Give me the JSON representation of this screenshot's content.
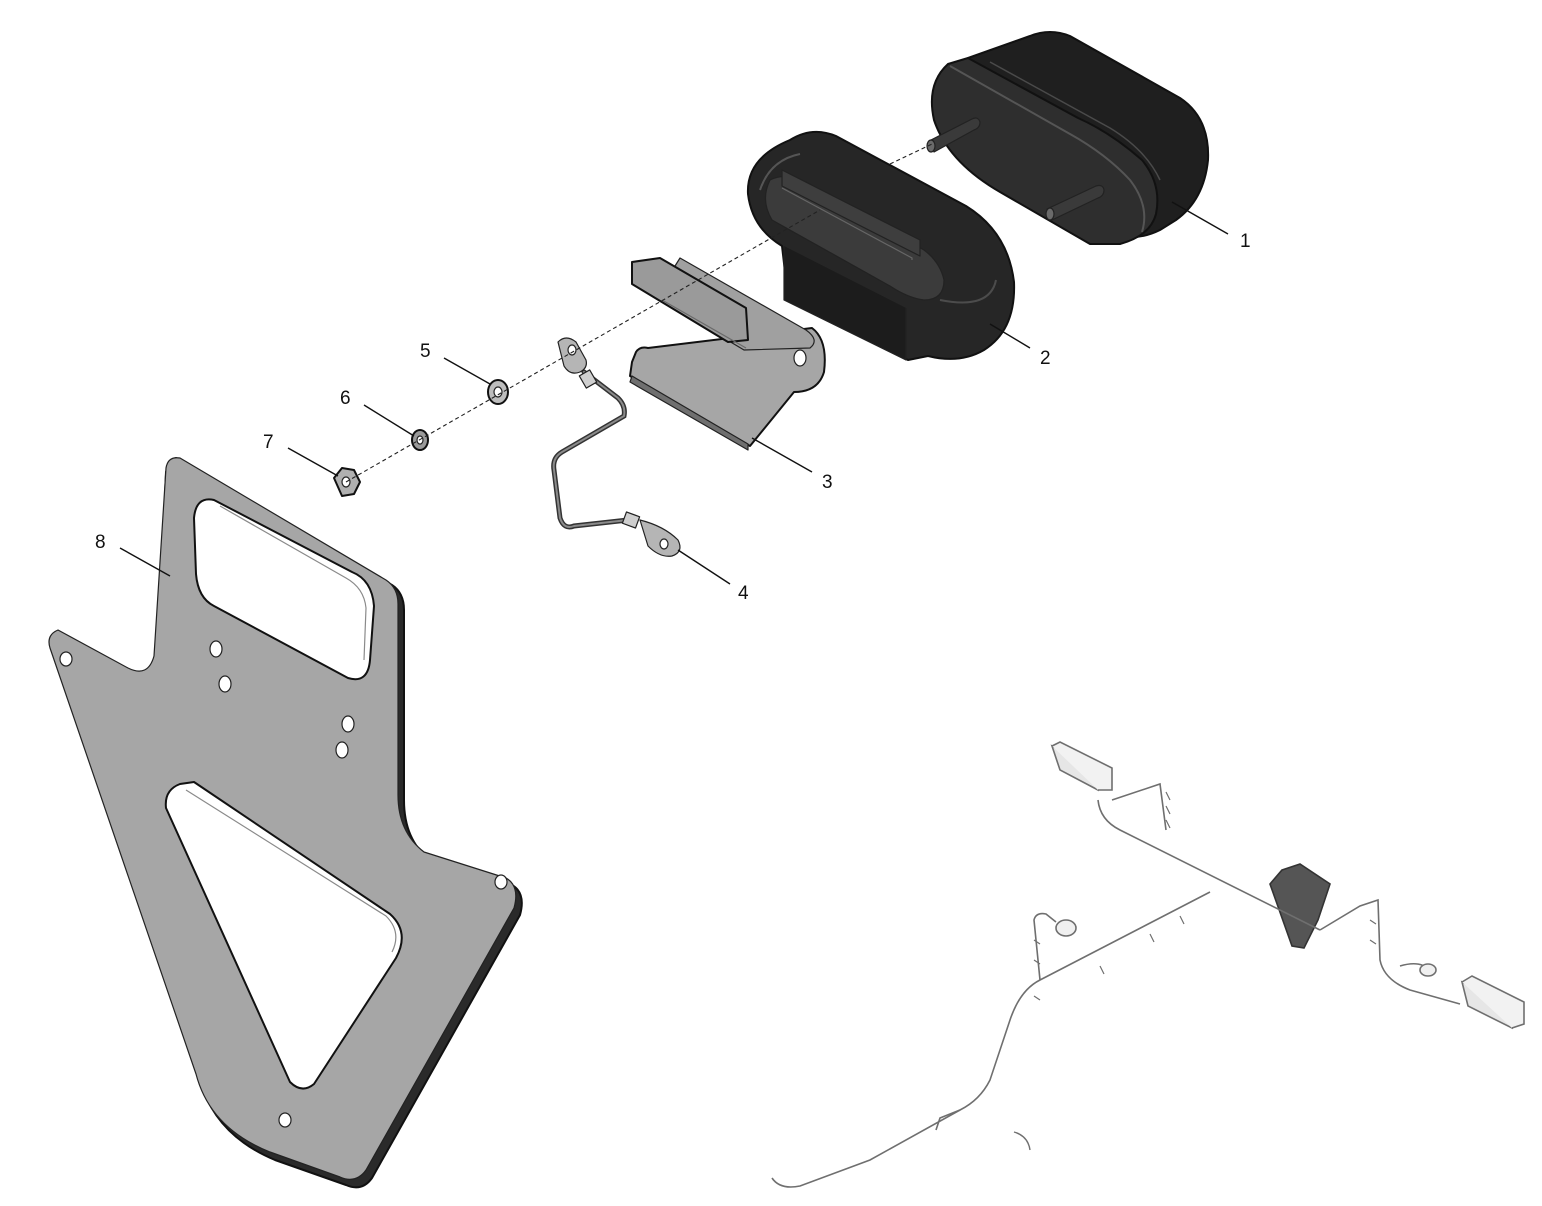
{
  "diagram": {
    "type": "exploded-parts-view",
    "colors": {
      "lamp_body": "#2b2b2b",
      "lamp_highlight": "#4a4a4a",
      "bracket_fill": "#a6a6a6",
      "grommet_fill": "#2e2e2e",
      "harness_line": "#6f6f6f",
      "ink": "#111111"
    },
    "callouts": [
      {
        "id": "1",
        "label": "1"
      },
      {
        "id": "2",
        "label": "2"
      },
      {
        "id": "3",
        "label": "3"
      },
      {
        "id": "4",
        "label": "4"
      },
      {
        "id": "5",
        "label": "5"
      },
      {
        "id": "6",
        "label": "6"
      },
      {
        "id": "7",
        "label": "7"
      },
      {
        "id": "8",
        "label": "8"
      }
    ]
  }
}
